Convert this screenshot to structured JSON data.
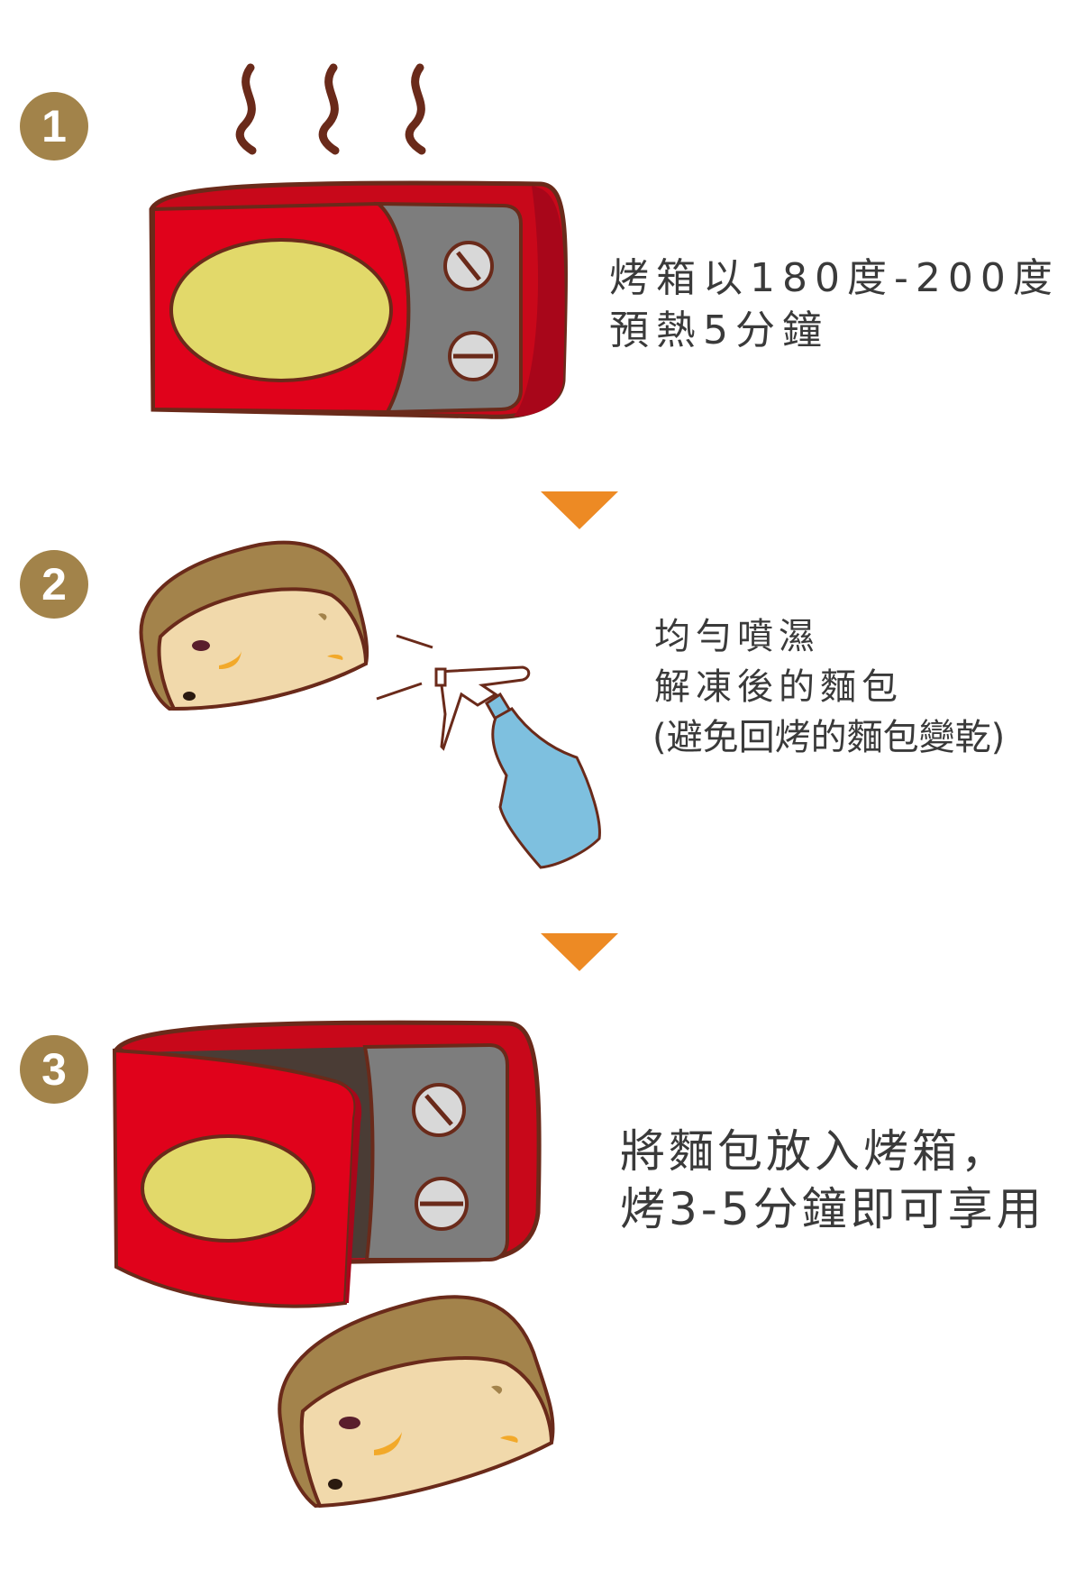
{
  "steps": [
    {
      "number": "1",
      "lines": [
        "烤箱以180度-200度",
        "預熱5分鐘"
      ]
    },
    {
      "number": "2",
      "lines": [
        "均勻噴濕",
        "解凍後的麵包",
        "(避免回烤的麵包變乾)"
      ]
    },
    {
      "number": "3",
      "lines": [
        "將麵包放入烤箱，",
        "烤3-5分鐘即可享用"
      ]
    }
  ],
  "icons": {
    "oven_closed": "oven-icon",
    "steam": "steam-icon",
    "bread": "bread-icon",
    "spray_bottle": "spray-bottle-icon",
    "oven_open": "open-oven-icon",
    "arrow": "down-arrow-icon"
  },
  "colors": {
    "badge": "#a2834a",
    "oven_red": "#d0021b",
    "oven_window": "#e2d96a",
    "panel_gray": "#7d7d7d",
    "arrow": "#ed8a24",
    "spray_blue": "#7ec0df",
    "bread_crust": "#a3834b",
    "bread_inside": "#f1d9ab",
    "outline": "#6a2a1a"
  }
}
